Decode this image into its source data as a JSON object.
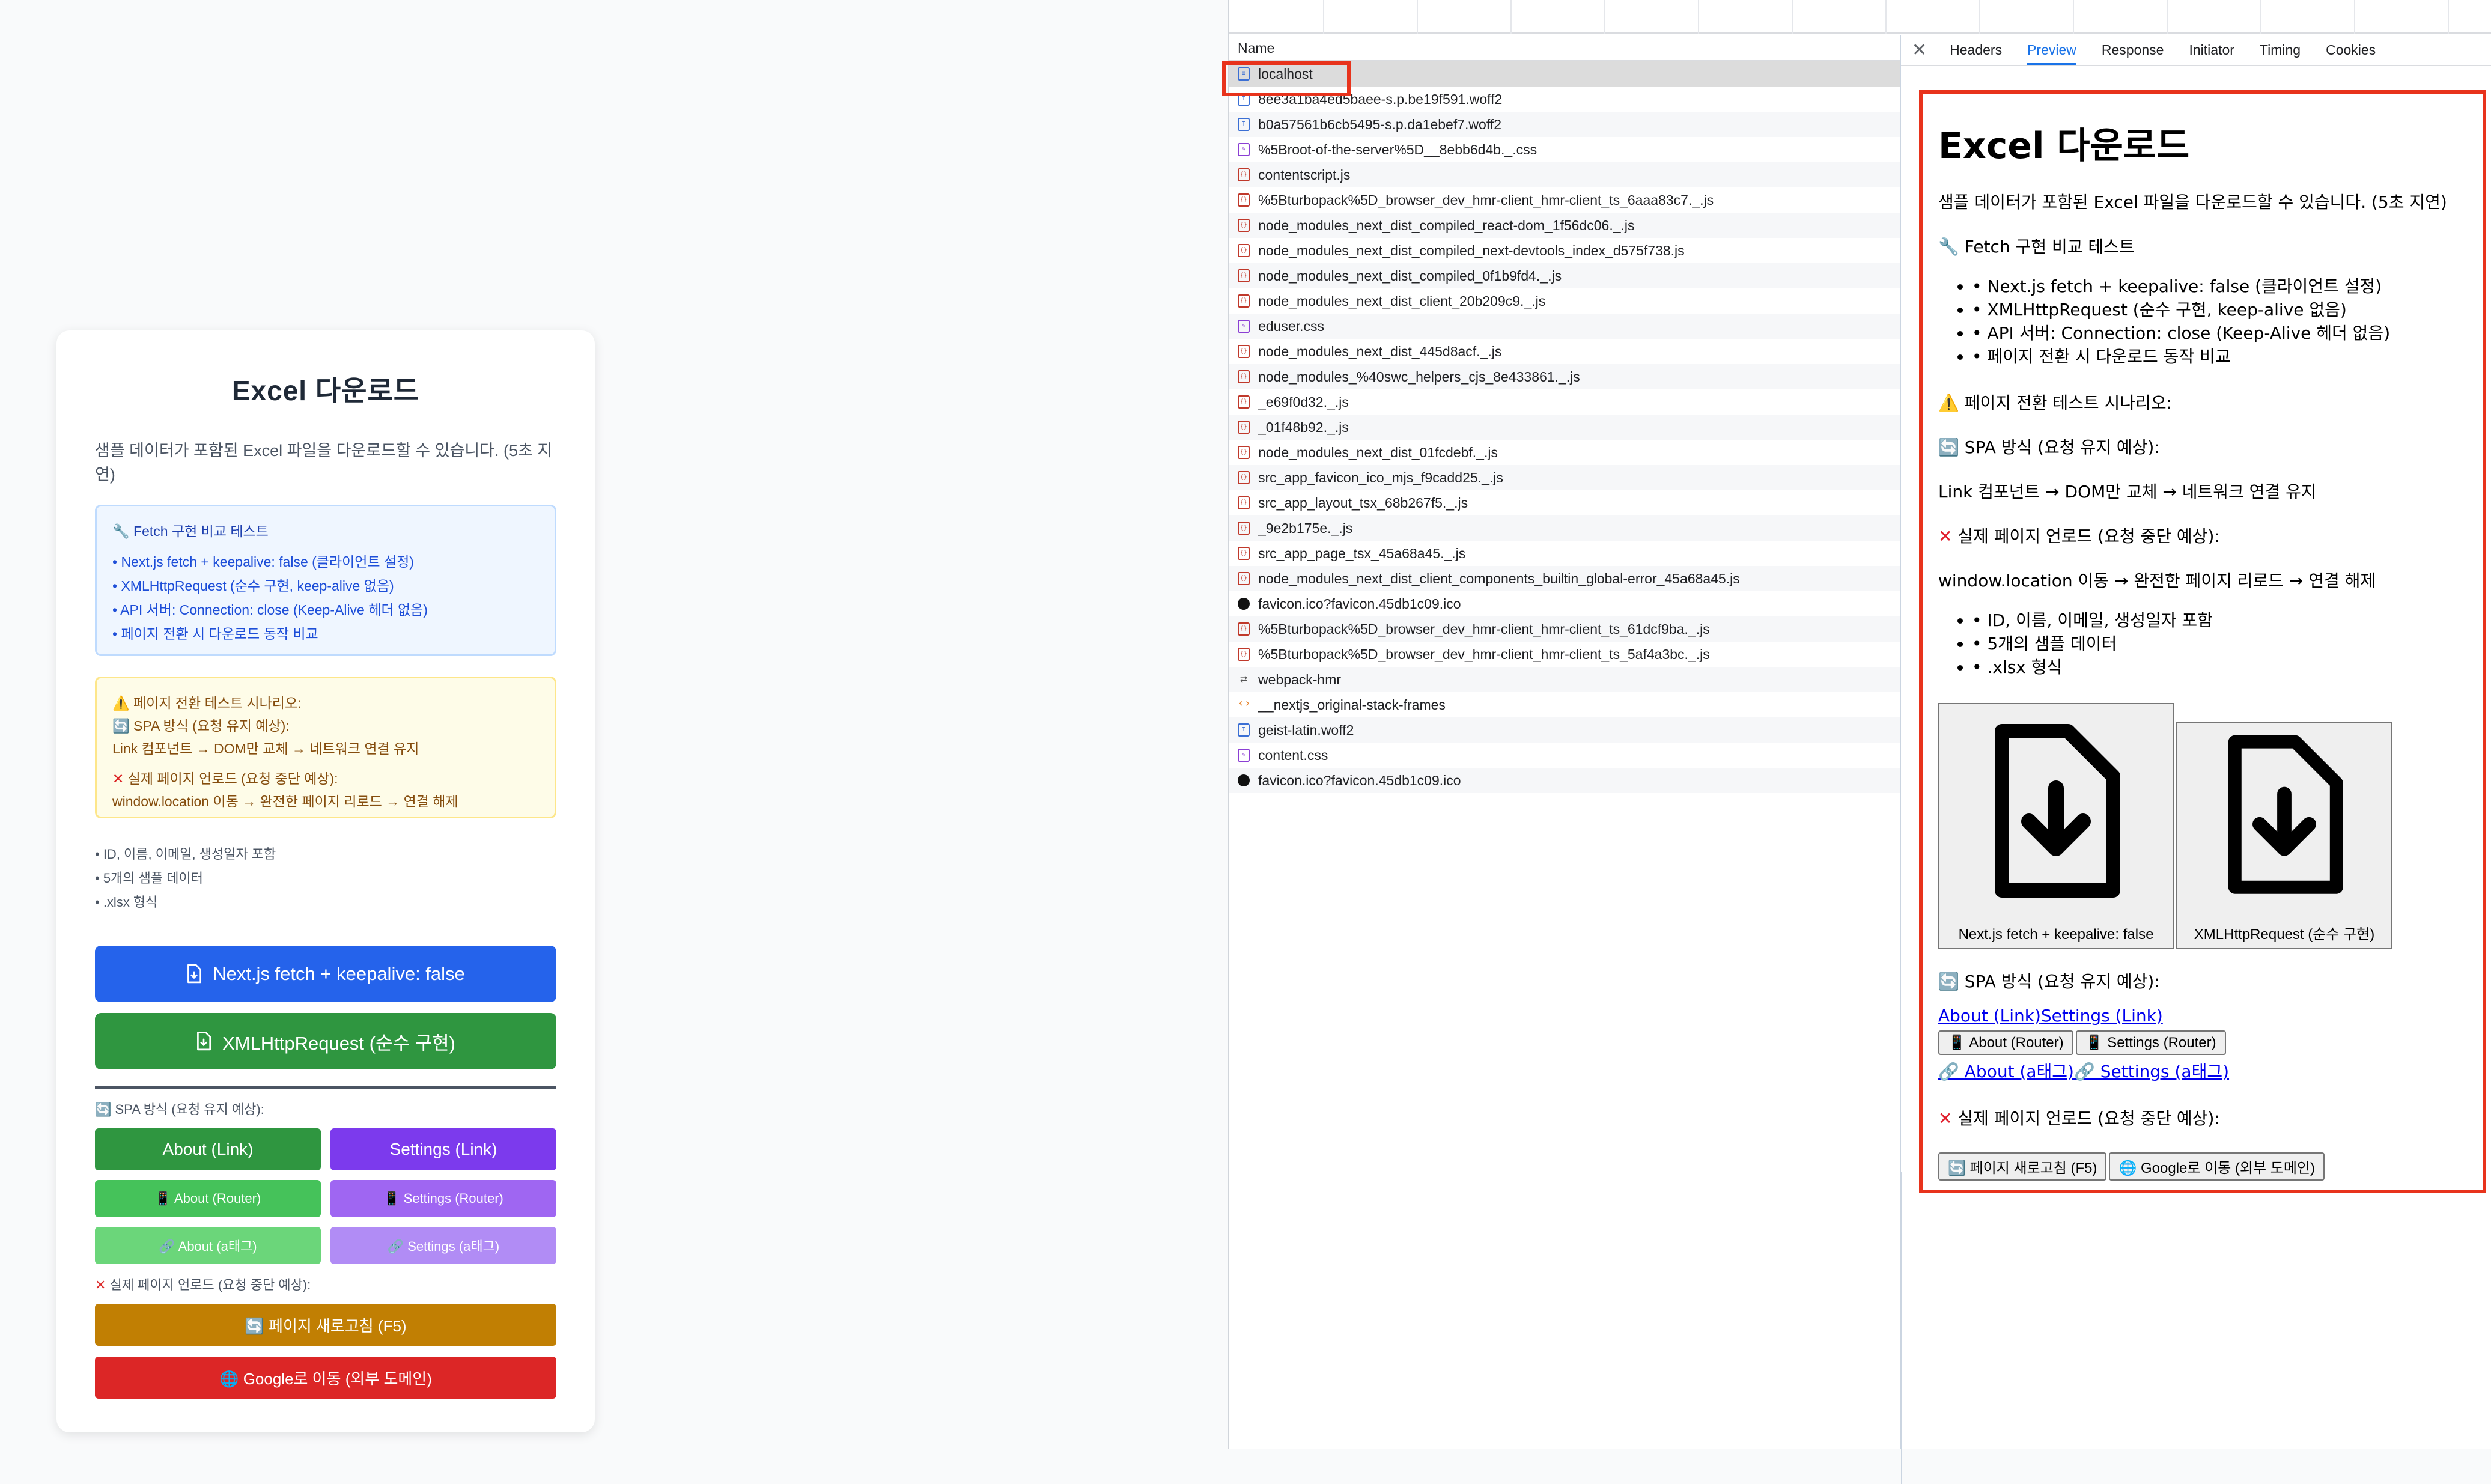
{
  "app": {
    "title": "Excel 다운로드",
    "description": "샘플 데이터가 포함된 Excel 파일을 다운로드할 수 있습니다. (5초 지연)",
    "fetch_box": {
      "title": "🔧 Fetch 구현 비교 테스트",
      "items": [
        "• Next.js fetch + keepalive: false (클라이언트 설정)",
        "• XMLHttpRequest (순수 구현, keep-alive 없음)",
        "• API 서버: Connection: close (Keep-Alive 헤더 없음)",
        "• 페이지 전환 시 다운로드 동작 비교"
      ]
    },
    "scenario_box": {
      "title": "⚠️ 페이지 전환 테스트 시나리오:",
      "spa_title": "🔄 SPA 방식 (요청 유지 예상):",
      "spa_desc": "Link 컴포넌트 → DOM만 교체 → 네트워크 연결 유지",
      "reload_title": "실제 페이지 언로드 (요청 중단 예상):",
      "reload_desc": "window.location 이동 → 완전한 페이지 리로드 → 연결 해제"
    },
    "meta": [
      "• ID, 이름, 이메일, 생성일자 포함",
      "• 5개의 샘플 데이터",
      "• .xlsx 형식"
    ],
    "btn_next": "Next.js fetch + keepalive: false",
    "btn_xhr": "XMLHttpRequest (순수 구현)",
    "spa_label": "🔄 SPA 방식 (요청 유지 예상):",
    "nav_buttons": {
      "about_link": "About (Link)",
      "settings_link": "Settings (Link)",
      "about_router": "📱 About (Router)",
      "settings_router": "📱 Settings (Router)",
      "about_a": "🔗 About (a태그)",
      "settings_a": "🔗 Settings (a태그)"
    },
    "unload_label": "실제 페이지 언로드 (요청 중단 예상):",
    "btn_reload": "🔄 페이지 새로고침 (F5)",
    "btn_google": "🌐 Google로 이동 (외부 도메인)"
  },
  "devtools": {
    "list_header": "Name",
    "requests": [
      {
        "name": "localhost",
        "type": "doc"
      },
      {
        "name": "8ee3a1ba4ed5baee-s.p.be19f591.woff2",
        "type": "font"
      },
      {
        "name": "b0a57561b6cb5495-s.p.da1ebef7.woff2",
        "type": "font"
      },
      {
        "name": "%5Broot-of-the-server%5D__8ebb6d4b._.css",
        "type": "css"
      },
      {
        "name": "contentscript.js",
        "type": "js"
      },
      {
        "name": "%5Bturbopack%5D_browser_dev_hmr-client_hmr-client_ts_6aaa83c7._.js",
        "type": "js"
      },
      {
        "name": "node_modules_next_dist_compiled_react-dom_1f56dc06._.js",
        "type": "js"
      },
      {
        "name": "node_modules_next_dist_compiled_next-devtools_index_d575f738.js",
        "type": "js"
      },
      {
        "name": "node_modules_next_dist_compiled_0f1b9fd4._.js",
        "type": "js"
      },
      {
        "name": "node_modules_next_dist_client_20b209c9._.js",
        "type": "js"
      },
      {
        "name": "eduser.css",
        "type": "css"
      },
      {
        "name": "node_modules_next_dist_445d8acf._.js",
        "type": "js"
      },
      {
        "name": "node_modules_%40swc_helpers_cjs_8e433861._.js",
        "type": "js"
      },
      {
        "name": "_e69f0d32._.js",
        "type": "js"
      },
      {
        "name": "_01f48b92._.js",
        "type": "js"
      },
      {
        "name": "node_modules_next_dist_01fcdebf._.js",
        "type": "js"
      },
      {
        "name": "src_app_favicon_ico_mjs_f9cadd25._.js",
        "type": "js"
      },
      {
        "name": "src_app_layout_tsx_68b267f5._.js",
        "type": "js"
      },
      {
        "name": "_9e2b175e._.js",
        "type": "js"
      },
      {
        "name": "src_app_page_tsx_45a68a45._.js",
        "type": "js"
      },
      {
        "name": "node_modules_next_dist_client_components_builtin_global-error_45a68a45.js",
        "type": "js"
      },
      {
        "name": "favicon.ico?favicon.45db1c09.ico",
        "type": "img"
      },
      {
        "name": "%5Bturbopack%5D_browser_dev_hmr-client_hmr-client_ts_61dcf9ba._.js",
        "type": "js"
      },
      {
        "name": "%5Bturbopack%5D_browser_dev_hmr-client_hmr-client_ts_5af4a3bc._.js",
        "type": "js"
      },
      {
        "name": "webpack-hmr",
        "type": "ws"
      },
      {
        "name": "__nextjs_original-stack-frames",
        "type": "fetch"
      },
      {
        "name": "geist-latin.woff2",
        "type": "font"
      },
      {
        "name": "content.css",
        "type": "css"
      },
      {
        "name": "favicon.ico?favicon.45db1c09.ico",
        "type": "img"
      }
    ],
    "tabs": [
      "Headers",
      "Preview",
      "Response",
      "Initiator",
      "Timing",
      "Cookies"
    ],
    "active_tab": "Preview",
    "preview": {
      "title": "Excel 다운로드",
      "desc": "샘플 데이터가 포함된 Excel 파일을 다운로드할 수 있습니다. (5초 지연)",
      "fetch_title": "🔧 Fetch 구현 비교 테스트",
      "fetch_items": [
        "• Next.js fetch + keepalive: false (클라이언트 설정)",
        "• XMLHttpRequest (순수 구현, keep-alive 없음)",
        "• API 서버: Connection: close (Keep-Alive 헤더 없음)",
        "• 페이지 전환 시 다운로드 동작 비교"
      ],
      "scenario_title": "⚠️ 페이지 전환 테스트 시나리오:",
      "spa_title": "🔄 SPA 방식 (요청 유지 예상):",
      "spa_desc": "Link 컴포넌트 → DOM만 교체 → 네트워크 연결 유지",
      "reload_title": "실제 페이지 언로드 (요청 중단 예상):",
      "reload_desc": "window.location 이동 → 완전한 페이지 리로드 → 연결 해제",
      "meta": [
        "• ID, 이름, 이메일, 생성일자 포함",
        "• 5개의 샘플 데이터",
        "• .xlsx 형식"
      ],
      "img_btn_1": "Next.js fetch + keepalive: false",
      "img_btn_2": "XMLHttpRequest (순수 구현)",
      "spa_title_2": "🔄 SPA 방식 (요청 유지 예상):",
      "link_about": "About (Link)",
      "link_settings": "Settings (Link)",
      "btn_about_router": "📱 About (Router)",
      "btn_settings_router": "📱 Settings (Router)",
      "link_about_a": "🔗 About (a태그)",
      "link_settings_a": "🔗 Settings (a태그)",
      "unload_title": "실제 페이지 언로드 (요청 중단 예상):",
      "btn_reload": "🔄 페이지 새로고침 (F5)",
      "btn_google": "🌐 Google로 이동 (외부 도메인)"
    }
  },
  "colors": {
    "primary_blue": "#2563eb",
    "green": "#2f9640",
    "purple": "#7c3aed",
    "amber": "#c17f03",
    "red": "#dc2626",
    "highlight": "#e8331c",
    "devtools_active": "#1a73e8"
  }
}
